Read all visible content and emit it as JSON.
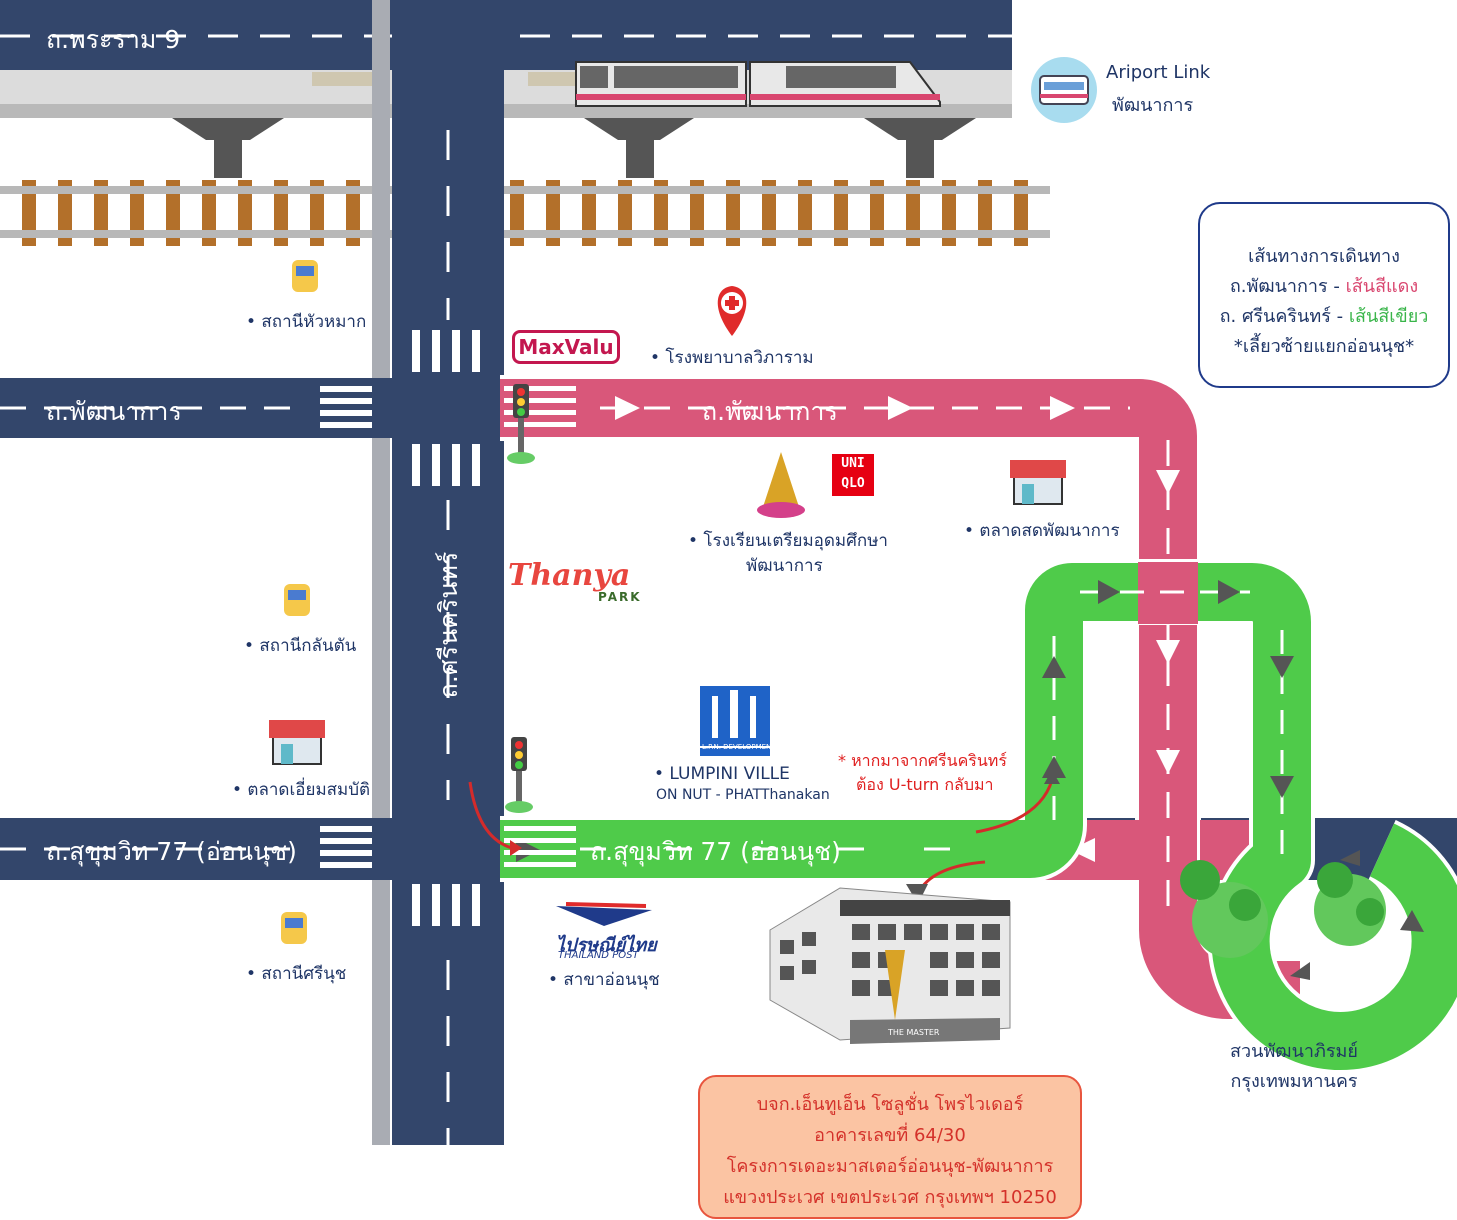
{
  "roads": {
    "rama9": "ถ.พระราม 9",
    "phatthanakan_left": "ถ.พัฒนาการ",
    "phatthanakan_right": "ถ.พัฒนาการ",
    "srinakarin": "ถ.ศรีนครินทร์",
    "sukhumvit_left": "ถ.สุขุมวิท 77 (อ่อนนุช)",
    "sukhumvit_right": "ถ.สุขุมวิท 77 (อ่อนนุช)"
  },
  "airport_link": {
    "line1": "Ariport Link",
    "line2": "พัฒนาการ",
    "icon": "train-icon"
  },
  "stations": [
    {
      "label": "• สถานีหัวหมาก"
    },
    {
      "label": "• สถานีกลันตัน"
    },
    {
      "label": "• สถานีศรีนุช"
    }
  ],
  "landmarks": {
    "hospital": "• โรงพยาบาลวิภาราม",
    "school_line1": "• โรงเรียนเตรียมอุดมศึกษา",
    "school_line2": "พัฒนาการ",
    "market_phatthanakan": "• ตลาดสดพัฒนาการ",
    "market_iam": "• ตลาดเอี่ยมสมบัติ",
    "lumpini_line1": "•    LUMPINI VILLE",
    "lumpini_line2": "ON NUT - PHATThanakan",
    "lumpini_logo_text": "L.P.N. DEVELOPMENT",
    "post_logo1": "ไปรษณีย์ไทย",
    "post_logo2": "THAILAND POST",
    "post_branch": "• สาขาอ่อนนุช",
    "maxvalu": "MaxValu",
    "uniqlo_1": "UNI",
    "uniqlo_2": "QLO",
    "thanya": "Thanya",
    "thanya_park": "PARK",
    "park_line1": "สวนพัฒนาภิรมย์",
    "park_line2": "กรุงเทพมหานคร",
    "building_sign": "THE MASTER"
  },
  "legend": {
    "title": "เส้นทางการเดินทาง",
    "row1_prefix": "ถ.พัฒนาการ - ",
    "row1_color": "เส้นสีแดง",
    "row2_prefix": "ถ. ศรีนครินทร์ - ",
    "row2_color": "เส้นสีเขียว",
    "row3": "*เลี้ยวซ้ายแยกอ่อนนุช*"
  },
  "uturn_note": {
    "line1": "* หากมาจากศรีนครินทร์",
    "line2": "ต้อง U-turn กลับมา"
  },
  "address": {
    "line1": "บจก.เอ็นทูเอ็น โซลูชั่น โพรไวเดอร์",
    "line2": "อาคารเลขที่ 64/30",
    "line3": "โครงการเดอะมาสเตอร์อ่อนนุช-พัฒนาการ",
    "line4": "แขวงประเวศ เขตประเวศ กรุงเทพฯ 10250"
  },
  "colors": {
    "road": "#33466b",
    "red_route": "#d9577a",
    "green_route": "#4fcb4a",
    "text": "#1f3566"
  }
}
